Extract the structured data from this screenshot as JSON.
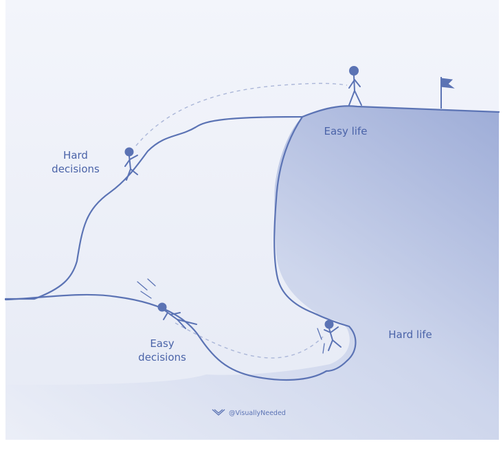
{
  "colors": {
    "background": "#eef1f9",
    "line": "#5b73b4",
    "text": "#4a63a8",
    "cliff_fill_dark": "#7a8fc6",
    "cliff_fill_light": "#dde3f2"
  },
  "labels": {
    "hard_decisions": [
      "Hard",
      "decisions"
    ],
    "easy_life": "Easy life",
    "easy_decisions": [
      "Easy",
      "decisions"
    ],
    "hard_life": "Hard life"
  },
  "watermark": {
    "icon": "visually-needed-logo-icon",
    "text": "@VisuallyNeeded"
  },
  "icons": [
    "flag-icon",
    "stick-figure-icon"
  ]
}
